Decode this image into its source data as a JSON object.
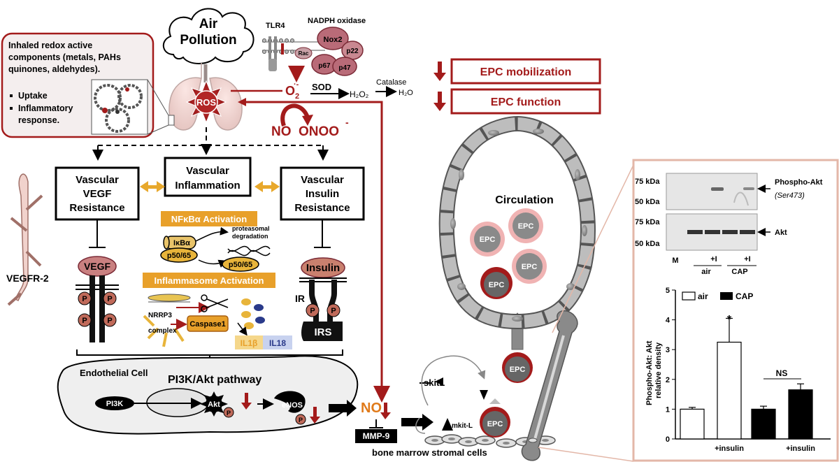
{
  "air_pollution": {
    "line1": "Air",
    "line2": "Pollution"
  },
  "inhaled_box": {
    "line1": "Inhaled      redox      active",
    "line2": "components (metals, PAHs",
    "line3": "quinones, aldehydes).",
    "bullet1": "Uptake",
    "bullet2": "Inflammatory",
    "bullet2b": "response."
  },
  "ros": "ROS",
  "nadph": {
    "tlr4": "TLR4",
    "title": "NADPH oxidase",
    "nox2": "Nox2",
    "p22": "p22",
    "rac": "Rac",
    "p67": "p67",
    "p47": "p47"
  },
  "chemistry": {
    "o2": "O",
    "o2_sub": "2",
    "o2_sup": "·-",
    "sod": "SOD",
    "h2o2": "H₂O₂",
    "catalase": "Catalase",
    "h2o": "H₂O",
    "no": "NO",
    "onoo": "ONOO",
    "onoo_sup": "-"
  },
  "epc_boxes": {
    "mobilization": "EPC mobilization",
    "function": "EPC function"
  },
  "resistance_boxes": {
    "vegf": [
      "Vascular",
      "VEGF",
      "Resistance"
    ],
    "inflammation": [
      "Vascular",
      "Inflammation"
    ],
    "insulin": [
      "Vascular",
      "Insulin",
      "Resistance"
    ]
  },
  "nfkb": {
    "title": "NFκBα Activation",
    "ikba": "IκBα",
    "p5065_left": "p50/65",
    "p5065_right": "p50/65",
    "proteasomal1": "proteasomal",
    "proteasomal2": "degradation"
  },
  "inflammasome": {
    "title": "Inflammasome Activation",
    "nrrp3_1": "NRRP3",
    "nrrp3_2": "complex",
    "caspase": "Caspase1",
    "il1b": "IL1β",
    "il18": "IL18"
  },
  "vegf_side": {
    "vegfr2": "VEGFR-2",
    "vegf": "VEGF",
    "p": "P"
  },
  "insulin_side": {
    "insulin": "Insulin",
    "ir": "IR",
    "irs": "IRS",
    "p": "P"
  },
  "endothelial": {
    "cell": "Endothelial Cell",
    "pathway": "PI3K/Akt pathway",
    "pi3k": "PI3K",
    "akt": "Akt",
    "enos": "eNOS",
    "p": "P"
  },
  "marrow": {
    "no": "NO",
    "mmp9": "MMP-9",
    "skitl": "skitL",
    "mkitl": "mkit-L",
    "epc": "EPC",
    "stromal": "bone marrow stromal cells"
  },
  "circulation": {
    "label": "Circulation",
    "epc": "EPC"
  },
  "western_blot": {
    "kda_75a": "75 kDa",
    "kda_50a": "50 kDa",
    "kda_75b": "75 kDa",
    "kda_50b": "50 kDa",
    "phospho_akt": "Phospho-Akt",
    "ser473": "(Ser473)",
    "akt": "Akt",
    "lane_m": "M",
    "lane_i1": "+I",
    "lane_i2": "+I",
    "group_air": "air",
    "group_cap": "CAP"
  },
  "chart_data": {
    "type": "bar",
    "categories": [
      "air",
      "air +insulin",
      "CAP",
      "CAP +insulin"
    ],
    "series": [
      {
        "name": "air",
        "values": [
          1.0,
          3.25
        ],
        "errors": [
          0.06,
          0.8
        ]
      },
      {
        "name": "CAP",
        "values": [
          1.0,
          1.65
        ],
        "errors": [
          0.1,
          0.2
        ]
      }
    ],
    "values": [
      1.0,
      3.25,
      1.0,
      1.65
    ],
    "errors": [
      0.06,
      0.8,
      0.1,
      0.2
    ],
    "fills": [
      "#ffffff",
      "#ffffff",
      "#000000",
      "#000000"
    ],
    "ylabel": "Phospho-Akt: Akt",
    "ylabel2": "relative density",
    "ylim": [
      0,
      5
    ],
    "yticks": [
      "0",
      "1",
      "2",
      "3",
      "4",
      "5"
    ],
    "xlabels": [
      "+insulin",
      "+insulin"
    ],
    "legend": [
      "air",
      "CAP"
    ],
    "annotations": {
      "star": "*",
      "ns": "NS"
    },
    "legend_position": "top"
  },
  "colors": {
    "dark_red": "#a31b1b",
    "orange": "#e8a02a",
    "gold_arrow": "#e8a82c",
    "gray": "#9a9a9a"
  }
}
